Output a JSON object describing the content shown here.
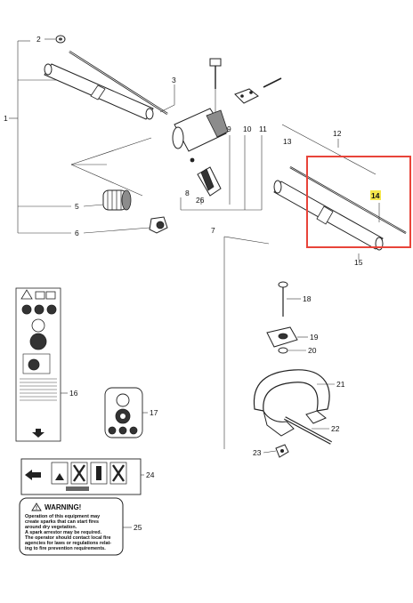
{
  "callouts": {
    "c1": "1",
    "c2": "2",
    "c3": "3",
    "c5": "5",
    "c6": "6",
    "c7": "7",
    "c8": "8",
    "c9": "9",
    "c10": "10",
    "c11": "11",
    "c12": "12",
    "c13": "13",
    "c14": "14",
    "c15": "15",
    "c16": "16",
    "c17": "17",
    "c18": "18",
    "c19": "19",
    "c20": "20",
    "c21": "21",
    "c22": "22",
    "c23": "23",
    "c24": "24",
    "c25": "25",
    "c26": "26"
  },
  "highlight": {
    "part": "14",
    "color": "#e8443a",
    "label_fill": "#f5e64a"
  },
  "warning_label": {
    "title": "WARNING!",
    "lines": [
      "Operation of this equipment may",
      "create sparks that can start fires",
      "around dry vegetation.",
      "A spark arrestor may be required.",
      "The operator should contact local fire",
      "agencies for laws or regulations relat-",
      "ing to fire prevention requirements."
    ]
  },
  "icons": {
    "decal_16": "safety-decal-icon",
    "decal_17": "trimmer-head-decal-icon",
    "decal_24": "instruction-decal-icon",
    "arrow": "left-arrow-icon"
  }
}
